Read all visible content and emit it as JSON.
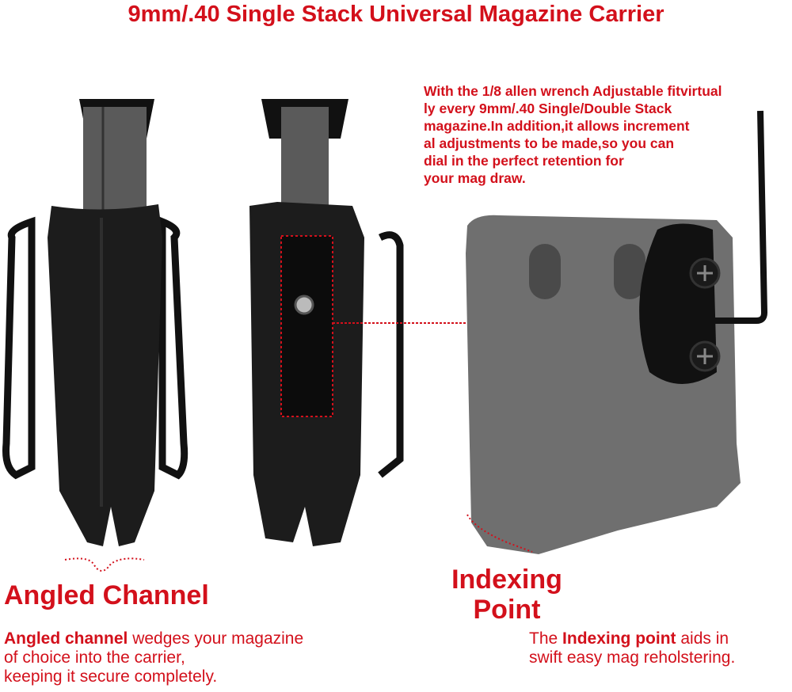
{
  "title": "9mm/.40 Single Stack Universal Magazine Carrier",
  "description_lines": [
    "With the 1/8 allen wrench Adjustable fitvirtual",
    "ly every 9mm/.40 Single/Double Stack",
    "magazine.In addition,it allows increment",
    "al adjustments to be made,so you can",
    "dial in the perfect retention for",
    "your mag draw."
  ],
  "angled_channel": {
    "heading": "Angled Channel",
    "bold_lead": "Angled channel",
    "text_line1_rest": " wedges your magazine",
    "text_line2": "of choice into the carrier,",
    "text_line3": "keeping it secure completely."
  },
  "indexing_point": {
    "heading_line1": "Indexing",
    "heading_line2": "Point",
    "text_prefix": "The ",
    "bold": "Indexing point",
    "text_line1_rest": " aids in",
    "text_line2": "swift easy mag reholstering."
  },
  "colors": {
    "accent": "#d3101b",
    "kydex_black": "#1a1a1a",
    "kydex_gray": "#6e6e6e"
  }
}
